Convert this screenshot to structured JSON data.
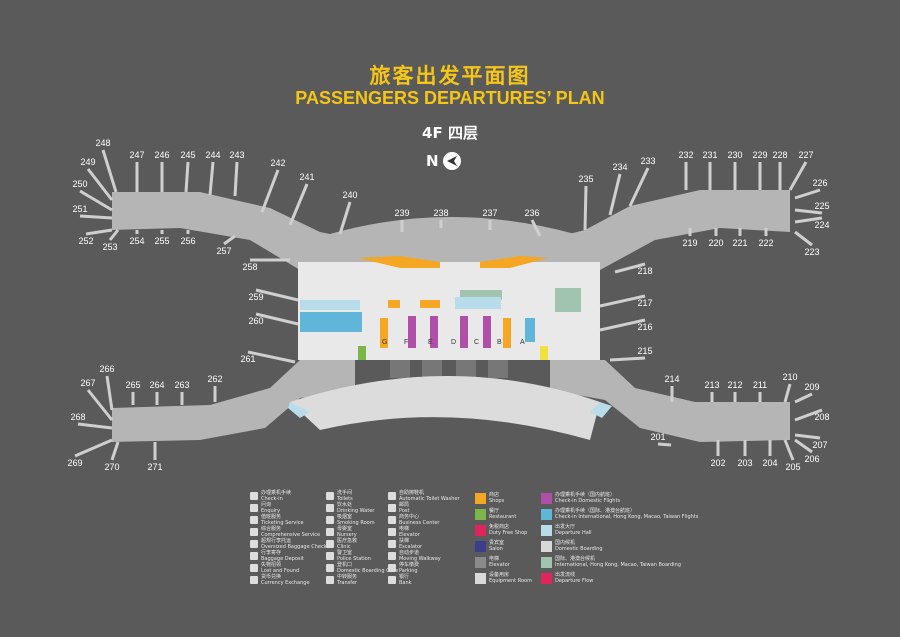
{
  "title": {
    "cn": "旅客出发平面图",
    "en": "PASSENGERS DEPARTURES’ PLAN",
    "floor": "4F 四层",
    "north": "N"
  },
  "gates": [
    "201",
    "202",
    "203",
    "204",
    "205",
    "206",
    "207",
    "208",
    "209",
    "210",
    "211",
    "212",
    "213",
    "214",
    "215",
    "216",
    "217",
    "218",
    "219",
    "220",
    "221",
    "222",
    "223",
    "224",
    "225",
    "226",
    "227",
    "228",
    "229",
    "230",
    "231",
    "232",
    "233",
    "234",
    "235",
    "236",
    "237",
    "238",
    "239",
    "240",
    "241",
    "242",
    "243",
    "244",
    "245",
    "246",
    "247",
    "248",
    "249",
    "250",
    "251",
    "252",
    "253",
    "254",
    "255",
    "256",
    "257",
    "258",
    "259",
    "260",
    "261",
    "262",
    "263",
    "264",
    "265",
    "266",
    "267",
    "268",
    "269",
    "270",
    "271"
  ],
  "counters": [
    "A",
    "B",
    "C",
    "D",
    "E",
    "F",
    "G"
  ],
  "legend_services": [
    {
      "cn": "办理乘机手续",
      "en": "Check-in"
    },
    {
      "cn": "问询",
      "en": "Enquiry"
    },
    {
      "cn": "值班服务",
      "en": "Ticketing Service"
    },
    {
      "cn": "综合服务",
      "en": "Comprehensive Service"
    },
    {
      "cn": "超规行李托运",
      "en": "Oversized Baggage Check-in"
    },
    {
      "cn": "行李寄存",
      "en": "Baggage Deposit"
    },
    {
      "cn": "失物招领",
      "en": "Lost and Found"
    },
    {
      "cn": "货币兑换",
      "en": "Currency Exchange"
    },
    {
      "cn": "洗手间",
      "en": "Toilets"
    },
    {
      "cn": "饮水处",
      "en": "Drinking Water"
    },
    {
      "cn": "吸烟室",
      "en": "Smoking Room"
    },
    {
      "cn": "母婴室",
      "en": "Nursery"
    },
    {
      "cn": "医疗急救",
      "en": "Clinic"
    },
    {
      "cn": "警卫室",
      "en": "Police Station"
    },
    {
      "cn": "登机口",
      "en": "Domestic Boarding Gate"
    },
    {
      "cn": "中转服务",
      "en": "Transfer"
    },
    {
      "cn": "自助擦鞋机",
      "en": "Automatic Toilet Washer"
    },
    {
      "cn": "邮局",
      "en": "Post"
    },
    {
      "cn": "商务中心",
      "en": "Business Center"
    },
    {
      "cn": "电梯",
      "en": "Elevator"
    },
    {
      "cn": "扶梯",
      "en": "Escalator"
    },
    {
      "cn": "自动步道",
      "en": "Moving Walkway"
    },
    {
      "cn": "停车缴费",
      "en": "Parking"
    },
    {
      "cn": "银行",
      "en": "Bank"
    }
  ],
  "legend_colors": [
    {
      "cn": "商店",
      "en": "Shops",
      "color": "#f5a623"
    },
    {
      "cn": "餐厅",
      "en": "Restaurant",
      "color": "#7ab648"
    },
    {
      "cn": "免税商店",
      "en": "Duty Free Shop",
      "color": "#e0245e"
    },
    {
      "cn": "贵宾室",
      "en": "Salon",
      "color": "#3b3d8f"
    },
    {
      "cn": "电梯",
      "en": "Elevator",
      "color": "#8a8a8a"
    },
    {
      "cn": "设备用房",
      "en": "Equipment Room",
      "color": "#d9d9d9"
    },
    {
      "cn": "办理乘机手续（国内航班）",
      "en": "Check-in Domestic Flights",
      "color": "#b04fa8"
    },
    {
      "cn": "办理乘机手续（国际、港澳台航班）",
      "en": "Check-in International, Hong Kong, Macao, Taiwan Flights",
      "color": "#5fb6d9"
    },
    {
      "cn": "出发大厅",
      "en": "Departure Hall",
      "color": "#b8dce9"
    },
    {
      "cn": "国内候机",
      "en": "Domestic Boarding",
      "color": "#d8d8d8"
    },
    {
      "cn": "国际、港澳台候机",
      "en": "International, Hong Kong, Macao, Taiwan Boarding",
      "color": "#a0c4b0"
    },
    {
      "cn": "出发流线",
      "en": "Departure Flow",
      "color": "#e0245e"
    }
  ],
  "colors": {
    "background": "#5a5a5a",
    "concourse": "#b5b5b5",
    "accent": "#f5c518"
  }
}
